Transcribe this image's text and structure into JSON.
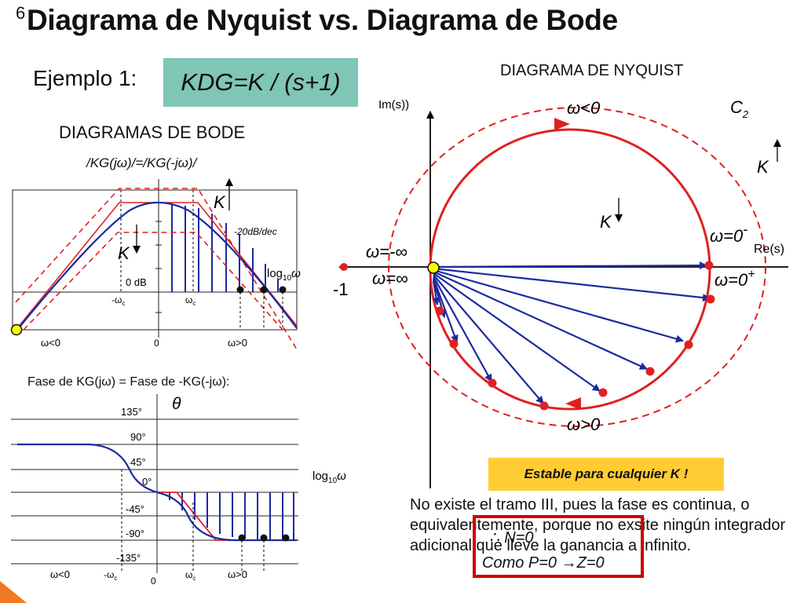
{
  "title": {
    "number": "6",
    "text": "Diagrama de Nyquist vs. Diagrama de Bode"
  },
  "example": {
    "label": "Ejemplo 1:",
    "transfer_function": "KDG=K / (s+1)"
  },
  "bode": {
    "heading": "DIAGRAMAS DE BODE",
    "magnitude": {
      "label": "/KG(jω)/=/KG(-jω)/",
      "zero_db": "0 dB",
      "slope": "-20dB/dec",
      "axis_x": "log",
      "axis_x_sub": "10",
      "axis_x_sym": "ω",
      "k_up": "K",
      "k_down": "K",
      "tick_neg_wc": "-ω",
      "tick_wc": "ω",
      "tick_sub": "c",
      "w_neg": "ω<0",
      "w_zero": "0",
      "w_pos": "ω>0"
    },
    "phase": {
      "label": "Fase de KG(jω) = Fase de -KG(-jω):",
      "theta": "θ",
      "axis_x": "log",
      "axis_x_sub": "10",
      "axis_x_sym": "ω",
      "ticks": [
        "135°",
        "90°",
        "45°",
        "0°",
        "-45°",
        "-90°",
        "-135°"
      ],
      "tick_neg_wc": "-ω",
      "tick_wc": "ω",
      "tick_sub": "c",
      "w_neg": "ω<0",
      "w_zero": "0",
      "w_pos": "ω>0"
    }
  },
  "nyquist": {
    "heading": "DIAGRAMA DE NYQUIST",
    "im_label": "Im(s))",
    "re_label": "Re(s)",
    "minus_one": "-1",
    "w_neg": "ω<0",
    "w_pos": "ω>0",
    "c2": "C",
    "c2_sub": "2",
    "k_up": "K",
    "k_down": "K",
    "w_neg_inf": "ω=-∞",
    "w_inf": "ω=∞",
    "w_zero_minus": "ω=0",
    "minus_sign": "-",
    "w_zero_plus": "ω=0",
    "plus_sign": "+"
  },
  "stable_note": "Estable para cualquier K !",
  "note": "No existe el tramo III, pues la fase es continua, o equivalentemente, porque no exsite ningún integrador adicional que lleve la ganancia a infinito.",
  "note_box": {
    "line1": "∴ N=0",
    "line2": "Como P=0 →Z=0"
  },
  "colors": {
    "curve_red": "#e02020",
    "arrow_blue": "#1a2aa0",
    "box_teal": "#7fc6b6",
    "box_yellow": "#ffcc33",
    "corner_orange": "#f07820"
  }
}
